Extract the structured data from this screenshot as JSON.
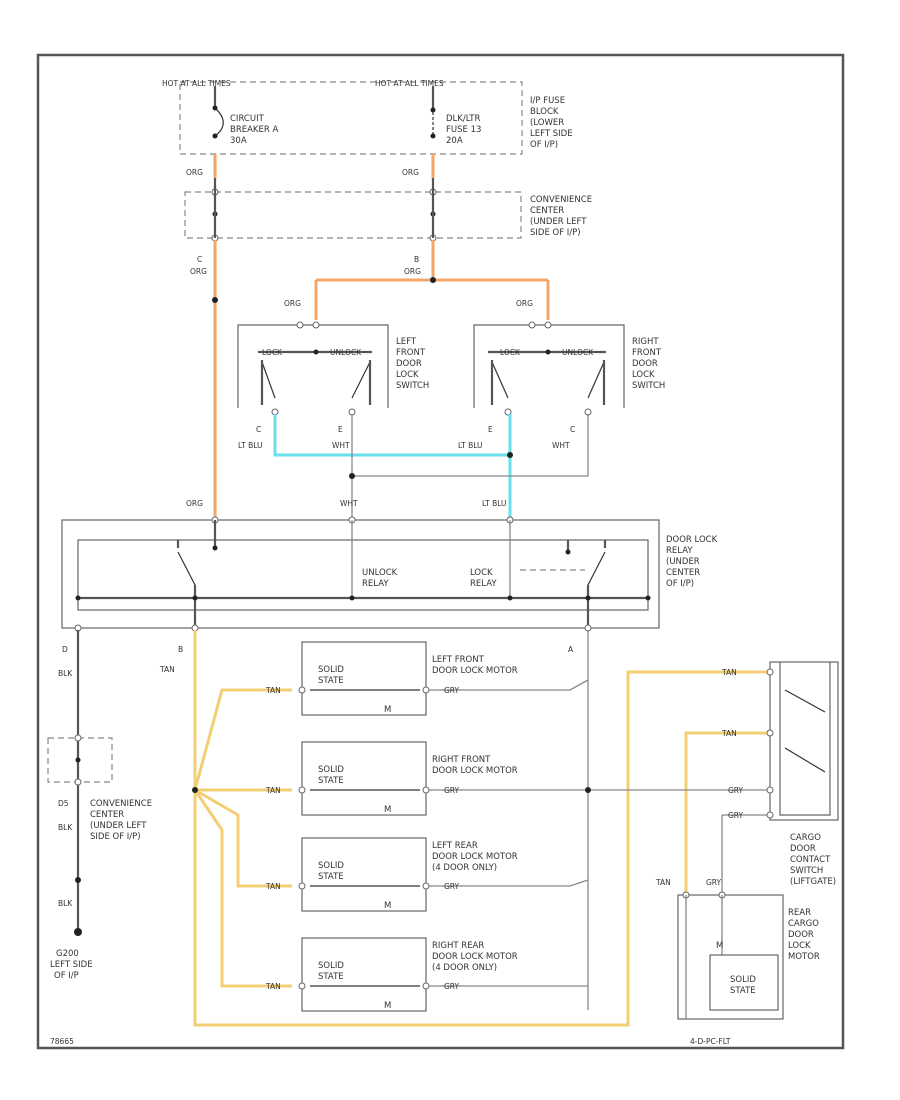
{
  "labels": {
    "hot_all_times_1": "HOT AT ALL TIMES",
    "hot_all_times_2": "HOT AT ALL TIMES",
    "ip_fuse_block": [
      "I/P FUSE",
      "BLOCK",
      "(LOWER",
      "LEFT SIDE",
      "OF I/P)"
    ],
    "circuit_breaker": [
      "CIRCUIT",
      "BREAKER A",
      "30A"
    ],
    "dlk_fuse": [
      "DLK/LTR",
      "FUSE 13",
      "20A"
    ],
    "conv_center_top": [
      "CONVENIENCE",
      "CENTER",
      "(UNDER LEFT",
      "SIDE OF I/P)"
    ],
    "left_front_switch": [
      "LEFT",
      "FRONT",
      "DOOR",
      "LOCK",
      "SWITCH"
    ],
    "right_front_switch": [
      "RIGHT",
      "FRONT",
      "DOOR",
      "LOCK",
      "SWITCH"
    ],
    "relay": [
      "DOOR LOCK",
      "RELAY",
      "(UNDER",
      "CENTER",
      "OF I/P)"
    ],
    "unlock_relay": [
      "UNLOCK",
      "RELAY"
    ],
    "lock_relay": [
      "LOCK",
      "RELAY"
    ],
    "motor_lf": [
      "LEFT FRONT",
      "DOOR LOCK MOTOR"
    ],
    "motor_rf": [
      "RIGHT FRONT",
      "DOOR LOCK MOTOR"
    ],
    "motor_lr": [
      "LEFT REAR",
      "DOOR LOCK MOTOR",
      "(4 DOOR ONLY)"
    ],
    "motor_rr": [
      "RIGHT REAR",
      "DOOR LOCK MOTOR",
      "(4 DOOR ONLY)"
    ],
    "solid_state": [
      "SOLID",
      "STATE"
    ],
    "conv_center_bottom": [
      "CONVENIENCE",
      "CENTER",
      "(UNDER LEFT",
      "SIDE OF I/P)"
    ],
    "ground": [
      "G200",
      "LEFT SIDE",
      "OF I/P"
    ],
    "cargo_switch": [
      "CARGO",
      "DOOR",
      "CONTACT",
      "SWITCH",
      "(LIFTGATE)"
    ],
    "rear_cargo_motor": [
      "REAR",
      "CARGO",
      "DOOR",
      "LOCK",
      "MOTOR"
    ],
    "wire_org": "ORG",
    "wire_lt_blu": "LT BLU",
    "wire_wht": "WHT",
    "wire_blk": "BLK",
    "wire_tan": "TAN",
    "wire_gry": "GRY",
    "switch_lock": "LOCK",
    "switch_unlock": "UNLOCK",
    "footer_left": "78665",
    "footer_right": "4-D-PC-FLT"
  }
}
